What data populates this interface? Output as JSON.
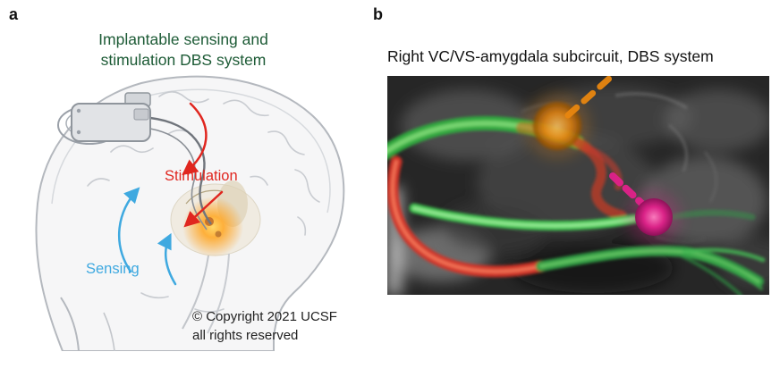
{
  "figure": {
    "panel_a": {
      "label": "a",
      "title_line1": "Implantable sensing and",
      "title_line2": "stimulation DBS system",
      "stimulation_label": "Stimulation",
      "sensing_label": "Sensing",
      "copyright_line1": "© Copyright 2021 UCSF",
      "copyright_line2": "all rights reserved"
    },
    "panel_b": {
      "label": "b",
      "title": "Right VC/VS-amygdala subcircuit, DBS system"
    },
    "colors": {
      "stimulation_red": "#e0261f",
      "sensing_blue": "#3fa9e0",
      "panel_a_title_green": "#1d5b36",
      "tract_green": "#2fae3e",
      "tract_red": "#d63426",
      "sphere_orange": "#e8860f",
      "sphere_magenta": "#e0218a",
      "mri_background": "#262626"
    }
  }
}
